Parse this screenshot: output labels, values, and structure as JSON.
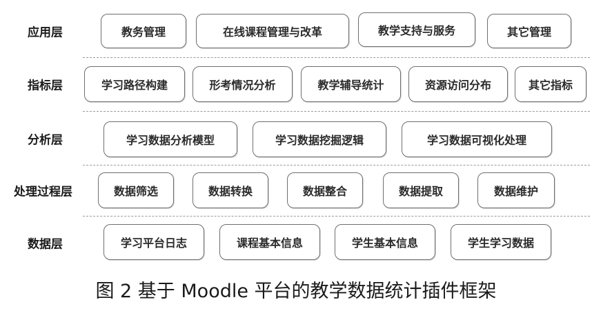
{
  "figure": {
    "caption": "图 2   基于 Moodle 平台的教学数据统计插件框架",
    "layers": [
      {
        "label": "应用层",
        "boxes": [
          "教务管理",
          "在线课程管理与改革",
          "教学支持与服务",
          "其它管理"
        ]
      },
      {
        "label": "指标层",
        "boxes": [
          "学习路径构建",
          "形考情况分析",
          "教学辅导统计",
          "资源访问分布",
          "其它指标"
        ]
      },
      {
        "label": "分析层",
        "boxes": [
          "学习数据分析模型",
          "学习数据挖掘逻辑",
          "学习数据可视化处理"
        ]
      },
      {
        "label": "处理过程层",
        "boxes": [
          "数据筛选",
          "数据转换",
          "数据整合",
          "数据提取",
          "数据维护"
        ]
      },
      {
        "label": "数据层",
        "boxes": [
          "学习平台日志",
          "课程基本信息",
          "学生基本信息",
          "学生学习数据"
        ]
      }
    ]
  }
}
